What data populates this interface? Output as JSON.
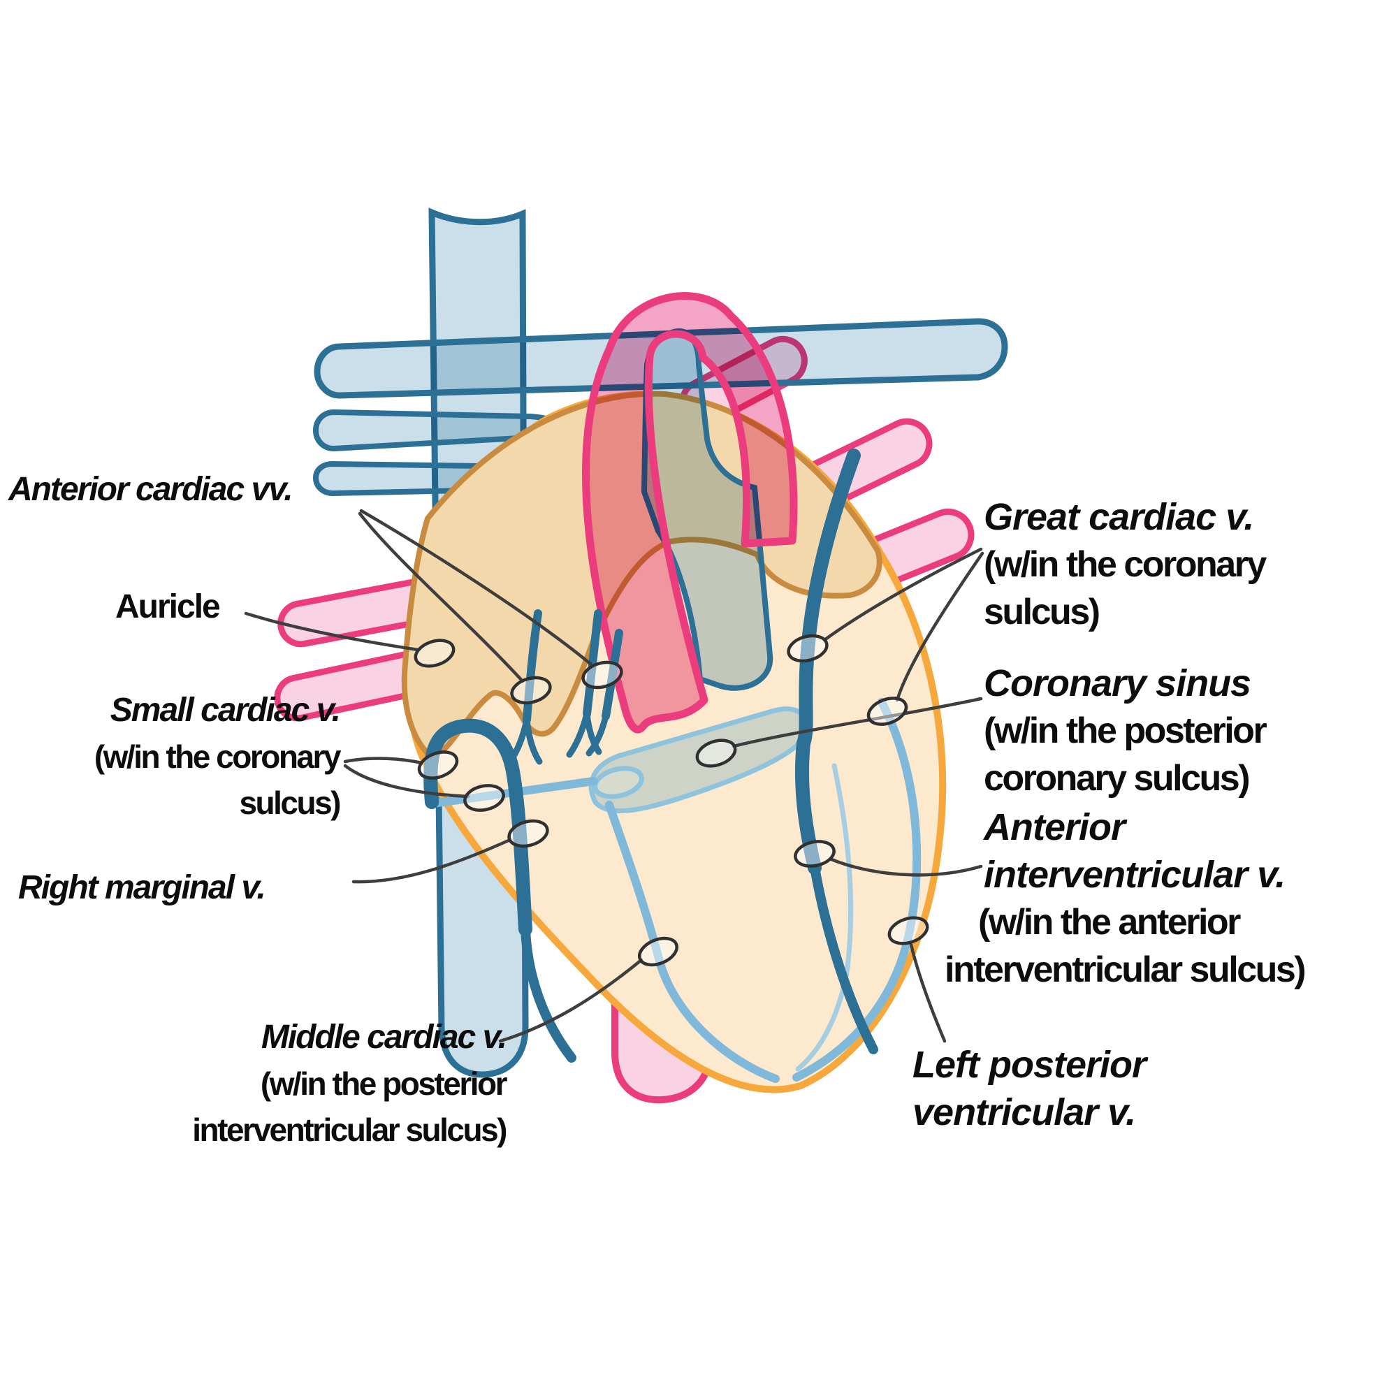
{
  "figure": {
    "type": "anatomical-diagram",
    "subject": "Cardiac veins of the heart (sternocostal view)"
  },
  "labels": {
    "anterior_cardiac": {
      "lines": [
        "Anterior cardiac vv."
      ]
    },
    "auricle": {
      "lines": [
        "Auricle"
      ]
    },
    "small_cardiac": {
      "lines": [
        "Small cardiac v.",
        "(w/in the coronary",
        "sulcus)"
      ]
    },
    "right_marginal": {
      "lines": [
        "Right marginal v."
      ]
    },
    "middle_cardiac": {
      "lines": [
        "Middle cardiac v.",
        "(w/in the posterior",
        "interventricular sulcus)"
      ]
    },
    "great_cardiac": {
      "lines": [
        "Great cardiac v.",
        "(w/in the coronary",
        "sulcus)"
      ]
    },
    "coronary_sinus": {
      "lines": [
        "Coronary sinus",
        "(w/in the posterior",
        "coronary sulcus)"
      ]
    },
    "anterior_interventricular": {
      "lines": [
        "Anterior",
        "interventricular v.",
        "(w/in the anterior",
        "interventricular sulcus)"
      ]
    },
    "left_posterior_ventricular": {
      "lines": [
        "Left posterior",
        "ventricular v."
      ]
    }
  },
  "colors": {
    "heart_fill": "#FCE9CE",
    "heart_outline": "#F6A83C",
    "atrium_fill": "#F3D8AC",
    "atrium_outline": "#C98B3F",
    "vein_dark_blue": "#2C7095",
    "vein_light_blue": "#7FB8D9",
    "cava_fill": "#CBDFEA",
    "cava_outline": "#2C7095",
    "aorta_fill": "#F4A4C4",
    "aorta_outline": "#EB3C7D",
    "pulmonary_vein_fill": "#F9D2E4",
    "pulmonary_trunk_fill": "#C6DAE8",
    "coronary_sinus_fill": "#CDD3C6",
    "coronary_sinus_outline": "#8EC3DD",
    "leader_line": "#3E3E3E",
    "label_text": "#0d0d0d"
  }
}
